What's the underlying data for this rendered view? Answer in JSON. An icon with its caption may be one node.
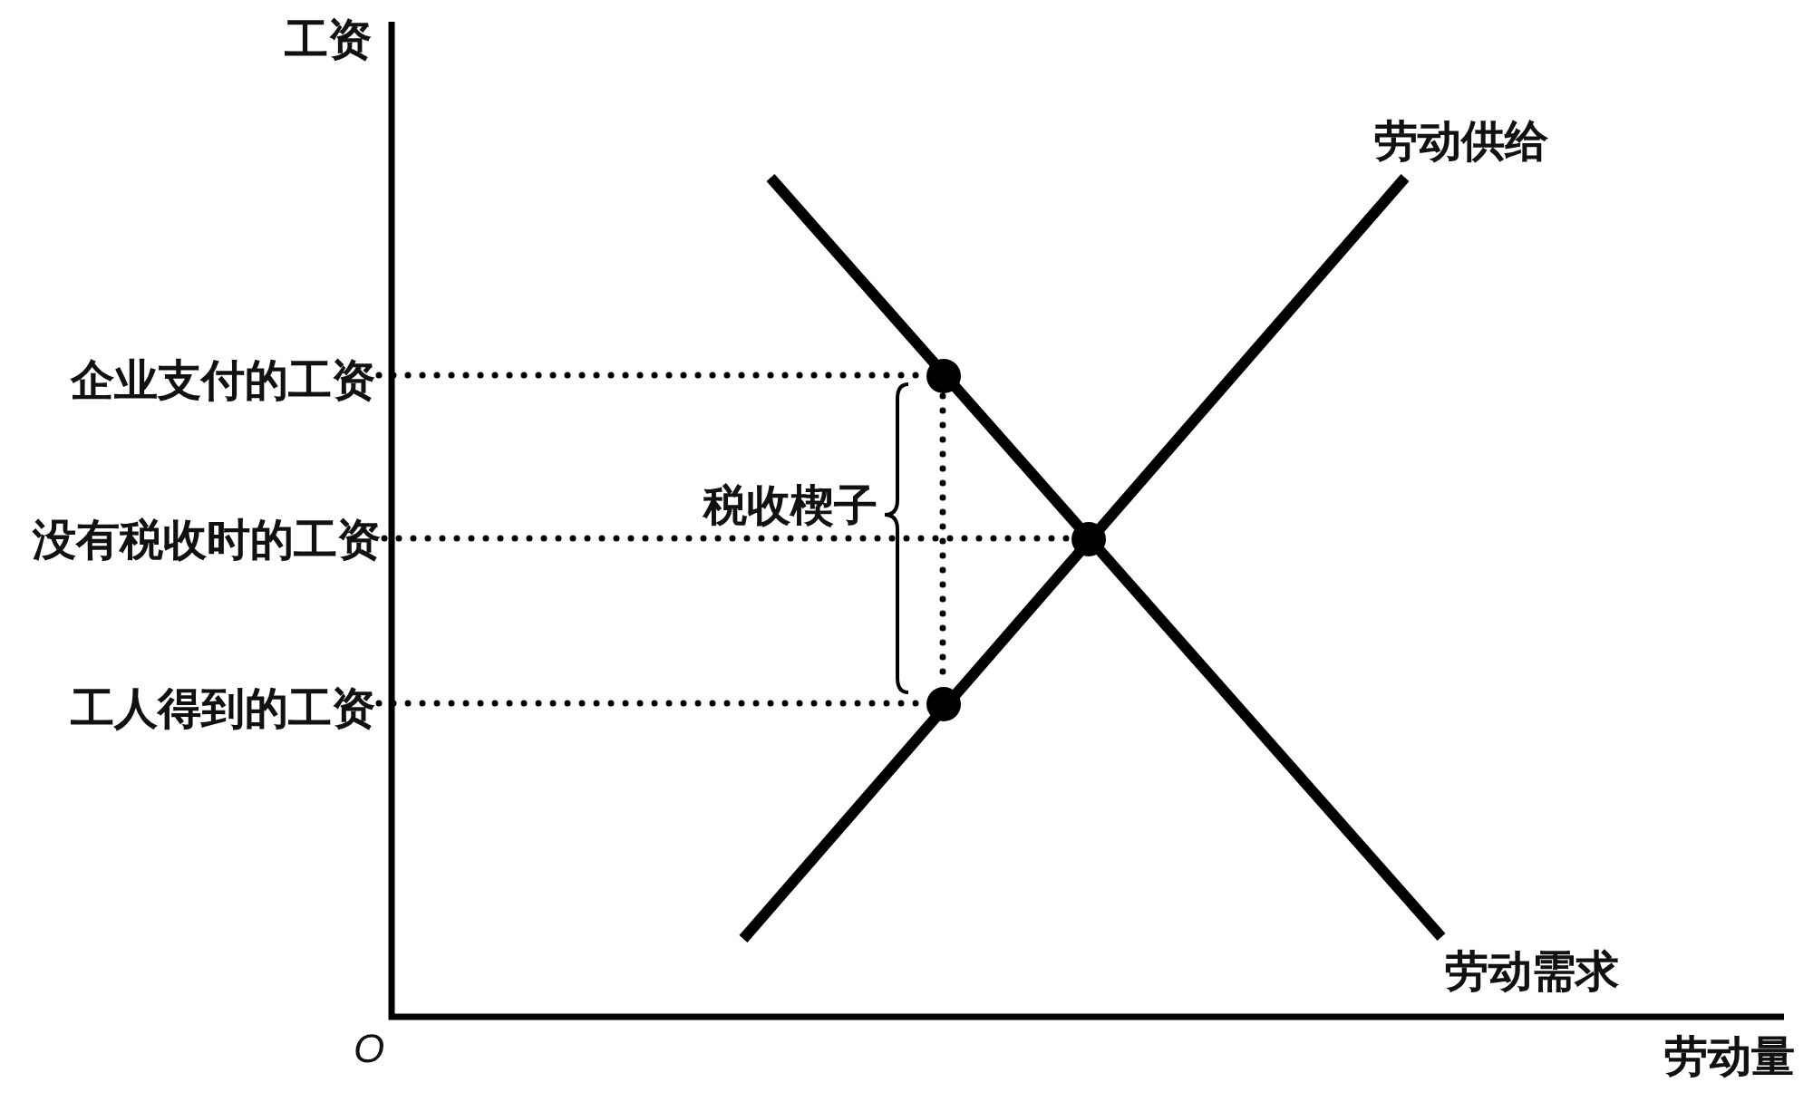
{
  "diagram": {
    "nodes": [
      {
        "text": [
          "企业支付的工资"
        ]
      },
      {
        "text": [],
        "shape": "circle"
      },
      {
        "text": [
          "没有税收时的工资"
        ]
      },
      {
        "text": [],
        "shape": "circle"
      },
      {
        "text": [
          "工人得到的工资"
        ]
      },
      {
        "text": [],
        "shape": "circle"
      }
    ],
    "edges": [
      {
        "from": 0,
        "to": 1,
        "arrow": "none",
        "style": "dashed"
      },
      {
        "from": 2,
        "to": 3,
        "arrow": "none",
        "style": "dashed"
      },
      {
        "from": 4,
        "to": 5,
        "arrow": "none",
        "style": "dashed"
      },
      {
        "from": 1,
        "to": 5,
        "arrow": "none",
        "style": "dashed"
      }
    ],
    "labels": [
      "工资",
      "劳动供给",
      "税收楔子",
      "劳动需求",
      "O",
      "劳动量"
    ]
  }
}
